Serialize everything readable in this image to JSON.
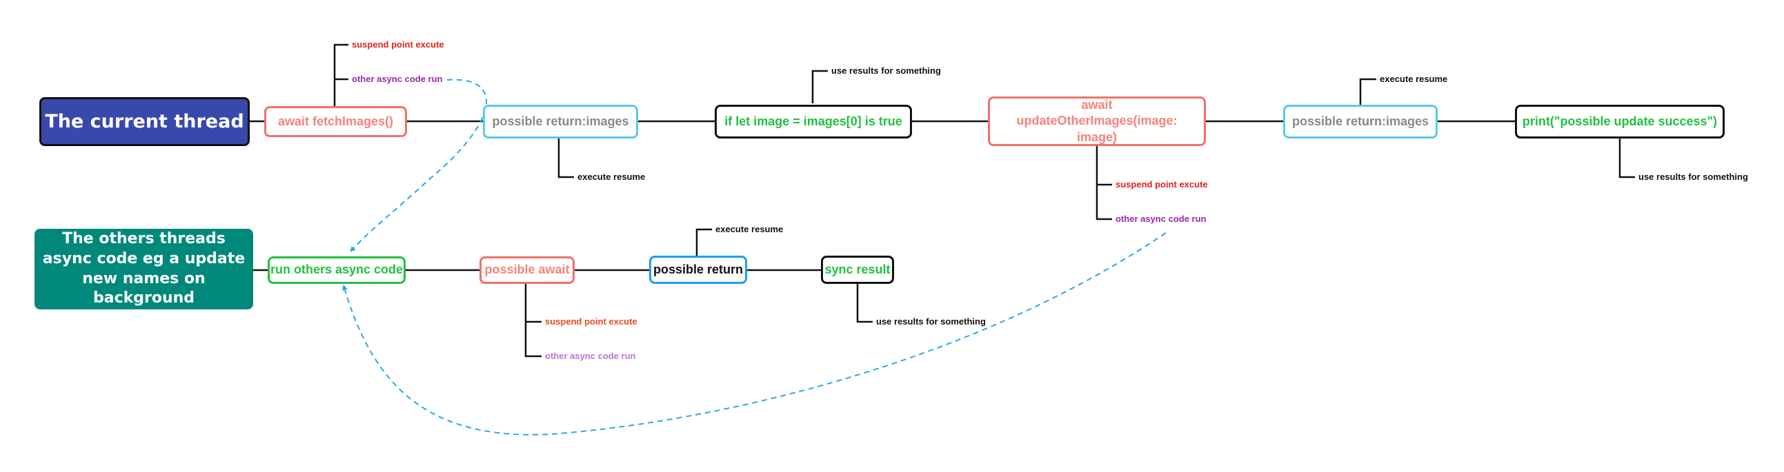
{
  "colors": {
    "line": "#111111",
    "dash": "#29a9e1",
    "main_root_fill": "#3949ab",
    "main_root_border": "#111111",
    "others_root_fill": "#00897b",
    "salmon": "#f4847a",
    "salmon_border": "#f27066",
    "grey_text": "#888888",
    "light_blue": "#5bc8f0",
    "blue": "#1f9cf0",
    "green": "#22c040",
    "black": "#111111",
    "red": "#e02020",
    "orange_red": "#e84a1c",
    "purple": "#9c27b0",
    "light_purple": "#c070d8"
  },
  "main_thread": {
    "root": "The current thread",
    "n1": "await fetchImages()",
    "n1_note_top": "suspend point excute",
    "n1_note_bottom": "other async code run",
    "n2": "possible return:images",
    "n2_note": "execute resume",
    "n3": "if let image = images[0] is true",
    "n3_note": "use results for something",
    "n4": "await updateOtherImages(image: image)",
    "n4_note_top": "suspend point excute",
    "n4_note_bottom": "other async code run",
    "n5": "possible return:images",
    "n5_note": "execute resume",
    "n6": "print(\"possible update success\")",
    "n6_note": "use results for something"
  },
  "other_threads": {
    "root": "The others threads async code eg a update new names on background",
    "n1": "run others async code",
    "n2": "possible await",
    "n2_note_top": "suspend point excute",
    "n2_note_bottom": "other async code run",
    "n3": "possible return",
    "n3_note": "execute resume",
    "n4": "sync result",
    "n4_note": "use results for something"
  }
}
